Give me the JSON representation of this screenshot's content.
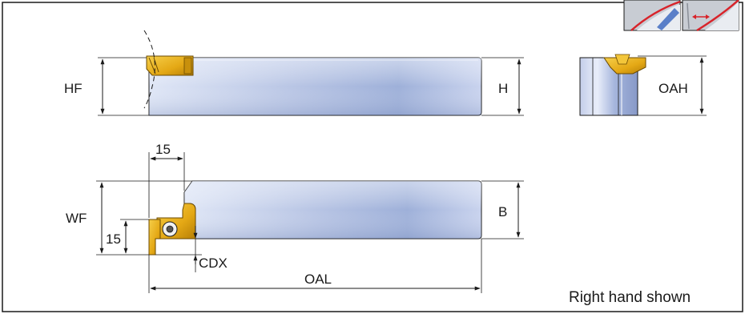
{
  "labels": {
    "hf": "HF",
    "h": "H",
    "oah": "OAH",
    "wf": "WF",
    "b": "B",
    "fifteen_top": "15",
    "fifteen_side": "15",
    "cdx": "CDX",
    "oal": "OAL",
    "note": "Right hand shown"
  },
  "colors": {
    "shank_light": "#e6ecf8",
    "shank_mid": "#b9c6e6",
    "shank_dark": "#8fa2cf",
    "insert": "#e8b21a",
    "insert_dark": "#b07f05",
    "outline": "#1a1a1a",
    "accent_red": "#d8232a",
    "accent_blue": "#5a7fc8"
  },
  "icons": [
    "tool-orientation-icon-left",
    "tool-orientation-icon-right"
  ]
}
